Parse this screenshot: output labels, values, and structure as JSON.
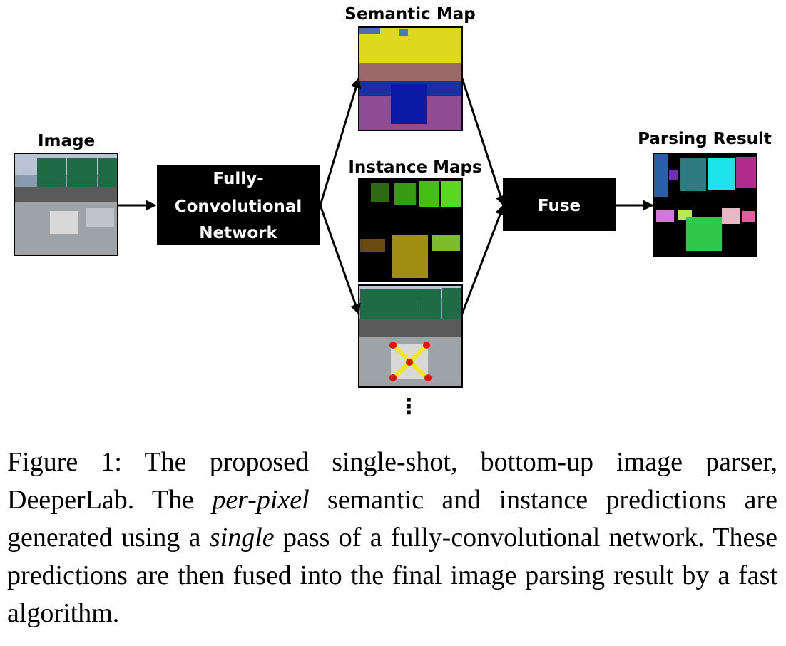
{
  "figure": {
    "labels": {
      "image": "Image",
      "semantic_map": "Semantic Map",
      "instance_maps": "Instance Maps",
      "parsing_result": "Parsing Result"
    },
    "boxes": {
      "network_line1": "Fully-",
      "network_line2": "Convolutional",
      "network_line3": "Network",
      "fuse": "Fuse"
    },
    "ellipsis": "⋮"
  },
  "caption": {
    "prefix": "Figure 1:  The proposed single-shot, bottom-up image parser, DeeperLab.  The ",
    "em1": "per-pixel",
    "mid1": " semantic and instance predictions are generated using a ",
    "em2": "single",
    "mid2": " pass of a fully-convolutional network.  These predictions are then fused into the final image parsing result by a fast algorithm."
  }
}
